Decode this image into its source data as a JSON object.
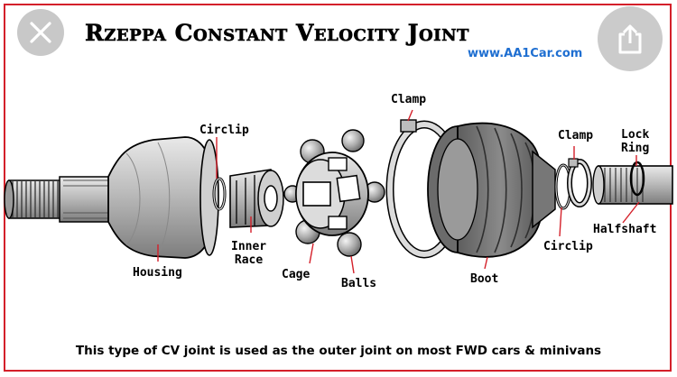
{
  "title": "Rzeppa Constant Velocity Joint",
  "website": "www.AA1Car.com",
  "caption": "This type of CV joint is used as the outer joint on most FWD cars & minivans",
  "controls": {
    "close_icon": "close-icon",
    "share_icon": "share-icon"
  },
  "labels": {
    "circlip_left": "Circlip",
    "clamp_top": "Clamp",
    "clamp_right": "Clamp",
    "lock_ring_line1": "Lock",
    "lock_ring_line2": "Ring",
    "halfshaft": "Halfshaft",
    "circlip_right": "Circlip",
    "boot": "Boot",
    "balls": "Balls",
    "cage": "Cage",
    "inner_race_line1": "Inner",
    "inner_race_line2": "Race",
    "housing": "Housing"
  },
  "colors": {
    "border": "#d4202a",
    "leader": "#d4202a",
    "website": "#1f6fd1",
    "button": "#c8c8c8"
  }
}
